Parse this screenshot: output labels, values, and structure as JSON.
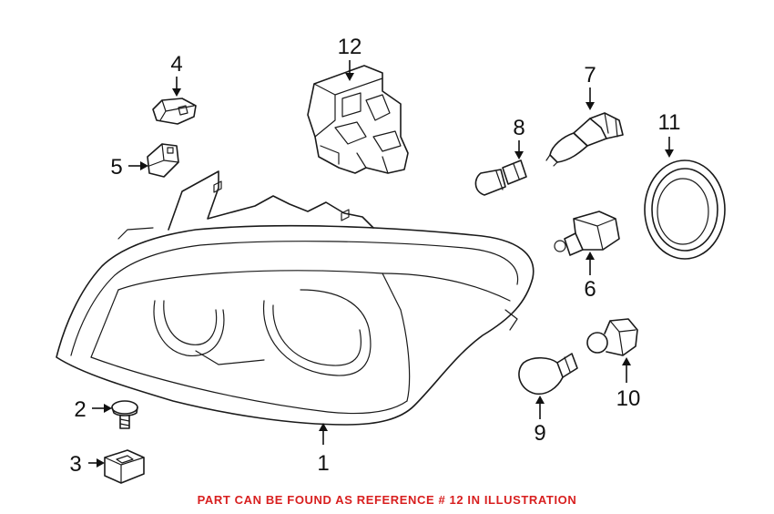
{
  "diagram": {
    "callouts": [
      "1",
      "2",
      "3",
      "4",
      "5",
      "6",
      "7",
      "8",
      "9",
      "10",
      "11",
      "12"
    ],
    "note": "PART CAN BE FOUND AS REFERENCE # 12 IN ILLUSTRATION",
    "note_color": "#d81f1f",
    "line_color": "#1a1a1a"
  }
}
